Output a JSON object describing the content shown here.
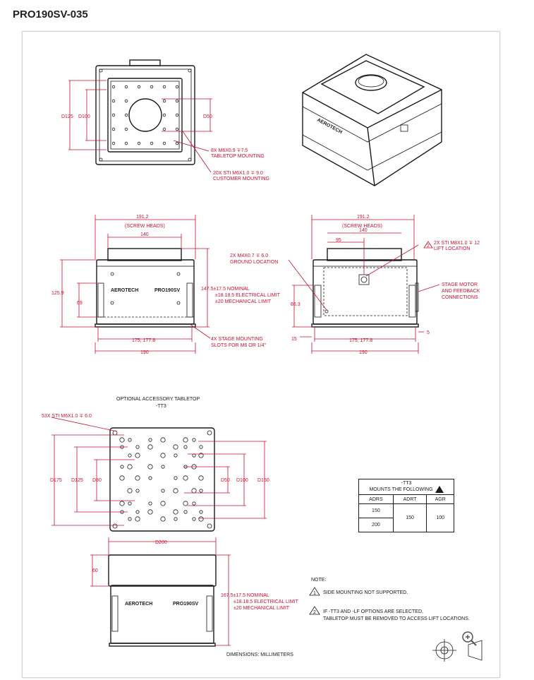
{
  "page": {
    "title": "PRO190SV-035"
  },
  "top_view": {
    "dim_d125": "D125",
    "dim_d100": "D100",
    "dim_d50": "D50",
    "note1_line1": "8X M6X0.9 ∓7.5",
    "note1_line2": "TABLETOP MOUNTING",
    "note2_line1": "20X STI M6X1.0 ∓ 9.0",
    "note2_line2": "CUSTOMER MOUNTING"
  },
  "front_view": {
    "width_overall": "191.2",
    "width_overall_sub": "(SCREW HEADS)",
    "width_top": "140",
    "height_125": "125.9",
    "height_69": "69",
    "height_note1": "147.5±17.5 NOMINAL",
    "height_note2": "±18.18.5 ELECTRICAL LIMIT",
    "height_note3": "±20 MECHANICAL LIMIT",
    "slots_width": "175, 177.8",
    "base_width": "190",
    "slots_note1": "4X STAGE MOUNTING",
    "slots_note2": "SLOTS FOR M6 OR 1/4\"",
    "brand": "AEROTECH",
    "model": "PRO190SV"
  },
  "side_view": {
    "width_overall": "191.2",
    "width_overall_sub": "(SCREW HEADS)",
    "width_140": "140",
    "width_95": "95",
    "ground_note1": "2X M4X0.7 ∓ 6.0",
    "ground_note2": "GROUND LOCATION",
    "lift_note1": "2X STI M8X1.0 ∓ 12",
    "lift_note2": "LIFT LOCATION",
    "lift_marker": "2",
    "motor_note1": "STAGE MOTOR",
    "motor_note2": "AND FEEDBACK",
    "motor_note3": "CONNECTIONS",
    "height_86": "86.3",
    "dim_15": "15",
    "dim_5": "5",
    "slots_width": "175, 177.8",
    "base_width": "190"
  },
  "tabletop": {
    "title_line1": "OPTIONAL ACCESSORY TABLETOP",
    "title_line2": "-TT3",
    "holes_note": "53X STI M6X1.0 ∓ 6.0",
    "dim_d175": "D175",
    "dim_d125": "D125",
    "dim_d80": "D80",
    "dim_d50": "D50",
    "dim_d100": "D100",
    "dim_d150": "D150"
  },
  "table": {
    "title_line1": "-TT3",
    "title_line2": "MOUNTS THE FOLLOWING",
    "title_marker": "1",
    "headers": [
      "ADRS",
      "ADRT",
      "AGR"
    ],
    "rows": [
      [
        "150",
        "150",
        "100"
      ],
      [
        "200",
        "",
        ""
      ]
    ]
  },
  "tabletop_side": {
    "dim_d200": "D200",
    "dim_60": "60",
    "height_note1": "167.5±17.5 NOMINAL",
    "height_note2": "±18.18.5 ELECTRICAL LIMIT",
    "height_note3": "±20 MECHANICAL LIMIT",
    "brand": "AEROTECH",
    "model": "PRO190SV"
  },
  "notes": {
    "heading": "NOTE:",
    "n1_marker": "1",
    "n1_text": "SIDE MOUNTING NOT SUPPORTED.",
    "n2_marker": "2",
    "n2_line1": "IF -TT3 AND -LF OPTIONS ARE SELECTED,",
    "n2_line2": "TABLETOP MUST BE REMOVED TO ACCESS LIFT LOCATIONS."
  },
  "footer": {
    "dimensions": "DIMENSIONS:  MILLIMETERS"
  },
  "icons": {
    "zoom": "zoom-in-icon",
    "projection": "third-angle-projection-icon"
  },
  "colors": {
    "dimension": "#c8102e",
    "outline": "#1a1a1a"
  }
}
